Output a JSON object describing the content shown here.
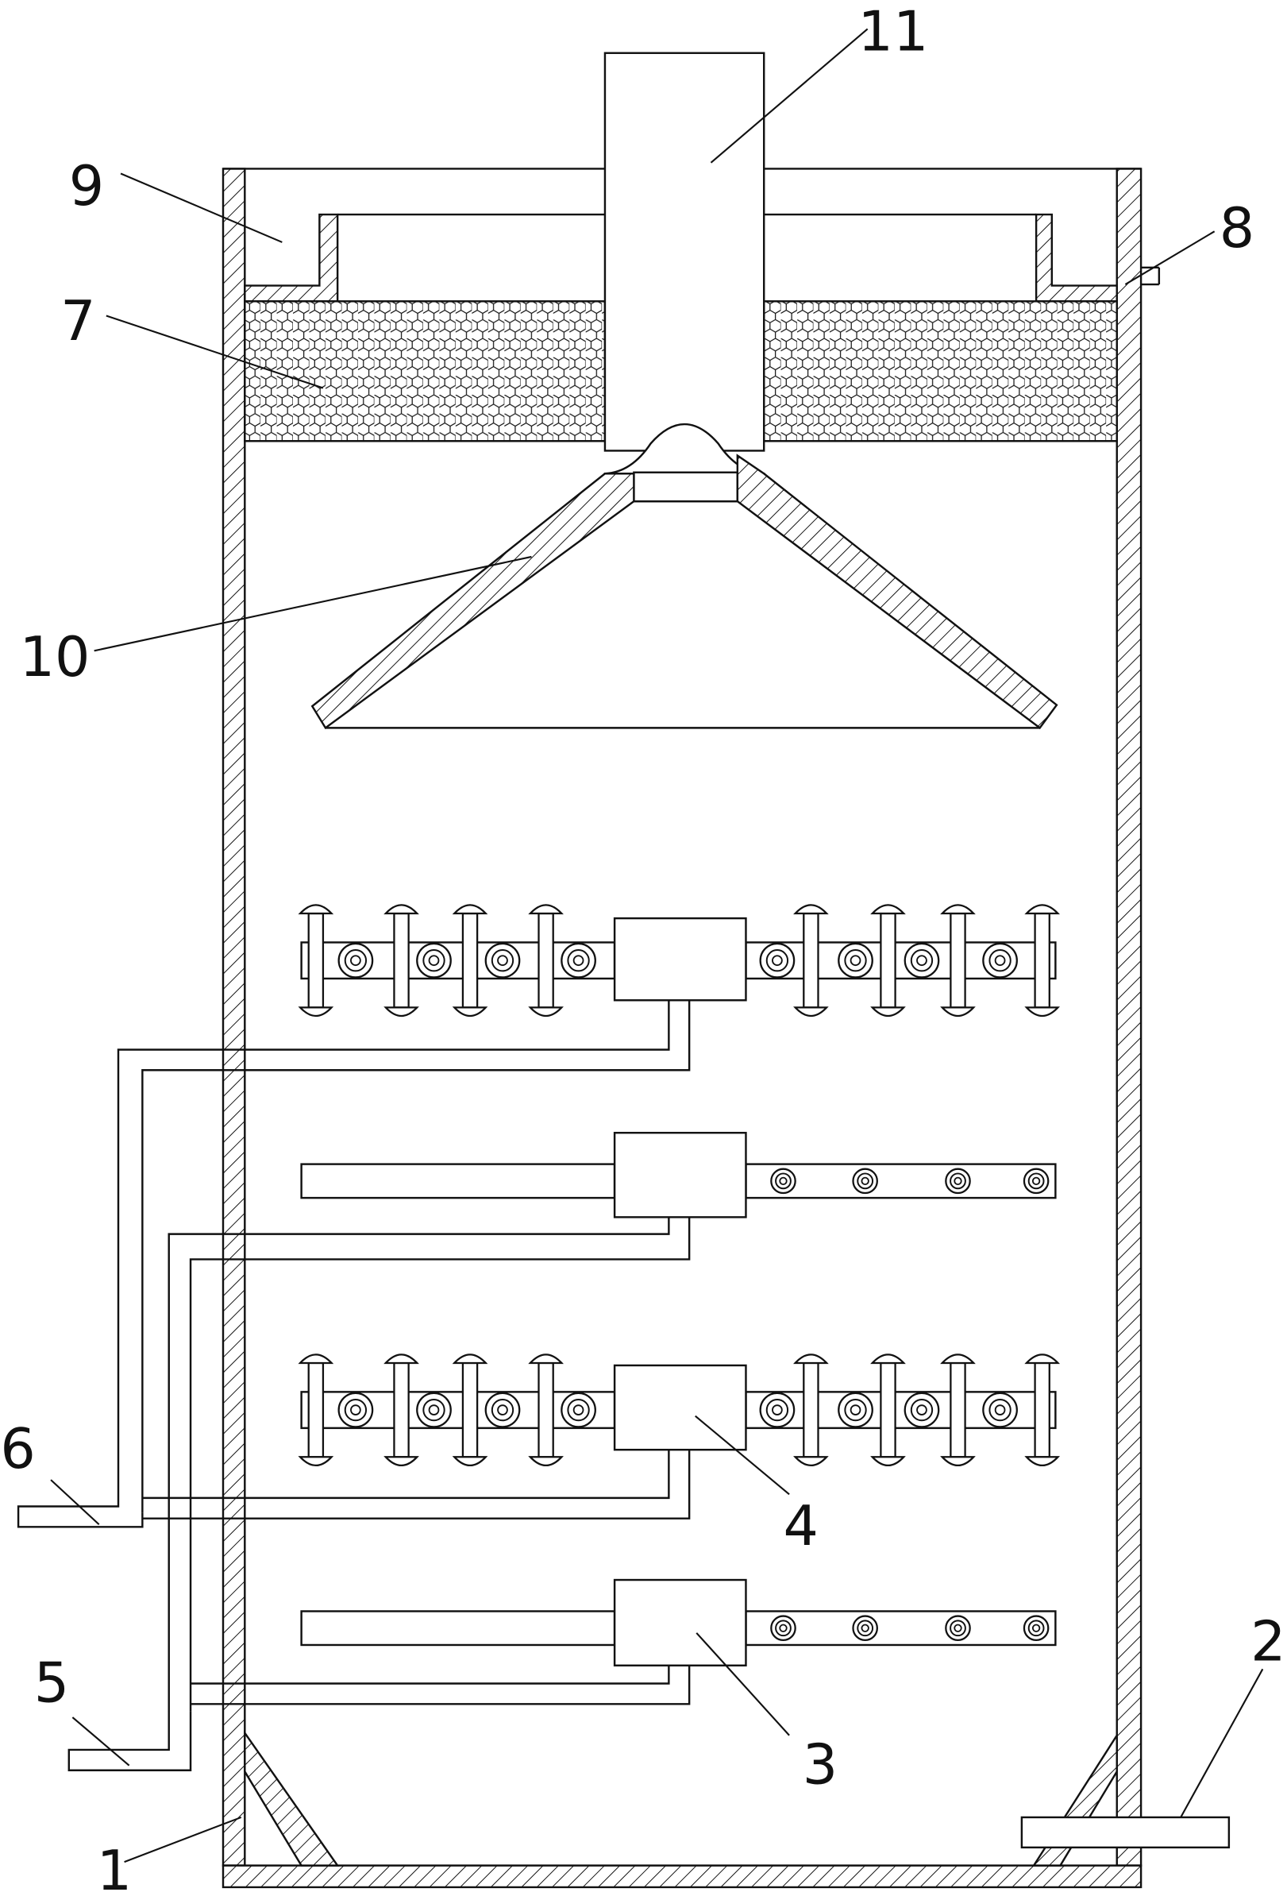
{
  "labels": {
    "n1": "1",
    "n2": "2",
    "n3": "3",
    "n4": "4",
    "n5": "5",
    "n6": "6",
    "n7": "7",
    "n8": "8",
    "n9": "9",
    "n10": "10",
    "n11": "11"
  },
  "colors": {
    "line": "#111111",
    "background": "#ffffff"
  }
}
